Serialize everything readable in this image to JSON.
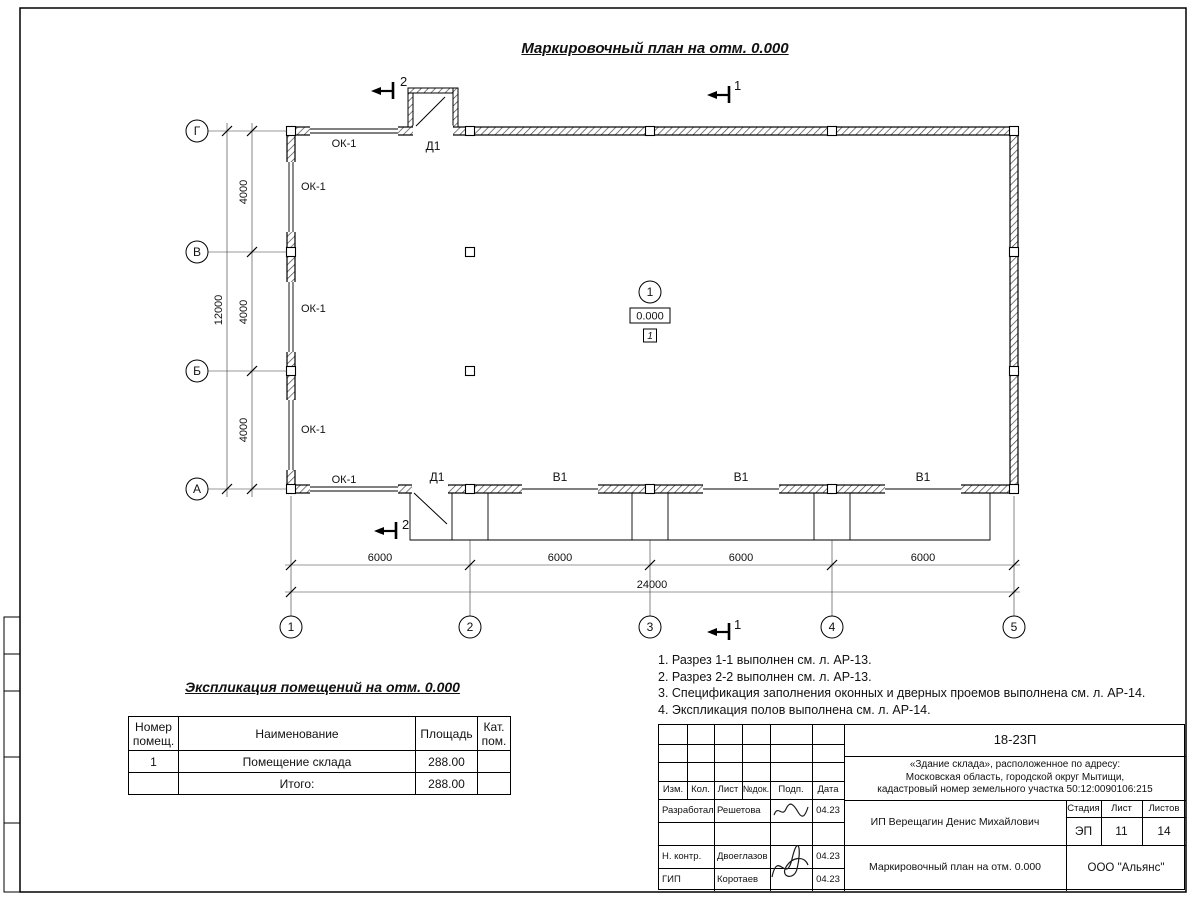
{
  "sheet": {
    "title": "Маркировочный план на отм. 0.000"
  },
  "plan": {
    "axes_vertical": [
      "Г",
      "В",
      "Б",
      "А"
    ],
    "axes_horizontal": [
      "1",
      "2",
      "3",
      "4",
      "5"
    ],
    "dims_v": [
      "4000",
      "4000",
      "4000"
    ],
    "dim_v_total": "12000",
    "dims_h": [
      "6000",
      "6000",
      "6000",
      "6000"
    ],
    "dim_h_total": "24000",
    "window_label": "ОК-1",
    "door_label": "Д1",
    "gate_label": "В1",
    "room": {
      "number": "1",
      "elevation": "0.000",
      "floor": "1"
    },
    "sections": {
      "s1": "1",
      "s2": "2"
    }
  },
  "notes": {
    "items": [
      "1. Разрез 1-1 выполнен см. л. АР-13.",
      "2. Разрез 2-2 выполнен см. л. АР-13.",
      "3. Спецификация заполнения оконных и дверных проемов выполнена см. л. АР-14.",
      "4. Экспликация полов выполнена см. л. АР-14."
    ]
  },
  "room_table": {
    "title": "Экспликация помещений на отм. 0.000",
    "headers": [
      "Номер помещ.",
      "Наименование",
      "Площадь",
      "Кат. пом."
    ],
    "row": {
      "num": "1",
      "name": "Помещение склада",
      "area": "288.00",
      "cat": ""
    },
    "total_label": "Итого:",
    "total_area": "288.00"
  },
  "title_block": {
    "doc_number": "18-23П",
    "object_text": "«Здание склада», расположенное по адресу:\nМосковская область, городской округ Мытищи,\nкадастровый номер земельного участка 50:12:0090106:215",
    "rev_headers": [
      "Изм.",
      "Кол.",
      "Лист",
      "№док.",
      "Подп.",
      "Дата"
    ],
    "signers": [
      {
        "role": "Разработал",
        "name": "Решетова",
        "date": "04.23"
      },
      {
        "role": "Н. контр.",
        "name": "Двоеглазов",
        "date": "04.23"
      },
      {
        "role": "ГИП",
        "name": "Коротаев",
        "date": "04.23"
      }
    ],
    "client": "ИП Верещагин Денис Михайлович",
    "stage_label": "Стадия",
    "sheet_label": "Лист",
    "sheets_label": "Листов",
    "stage": "ЭП",
    "sheet_number": "11",
    "sheets_total": "14",
    "drawing_name": "Маркировочный план на отм. 0.000",
    "company": "ООО \"Альянс\""
  }
}
